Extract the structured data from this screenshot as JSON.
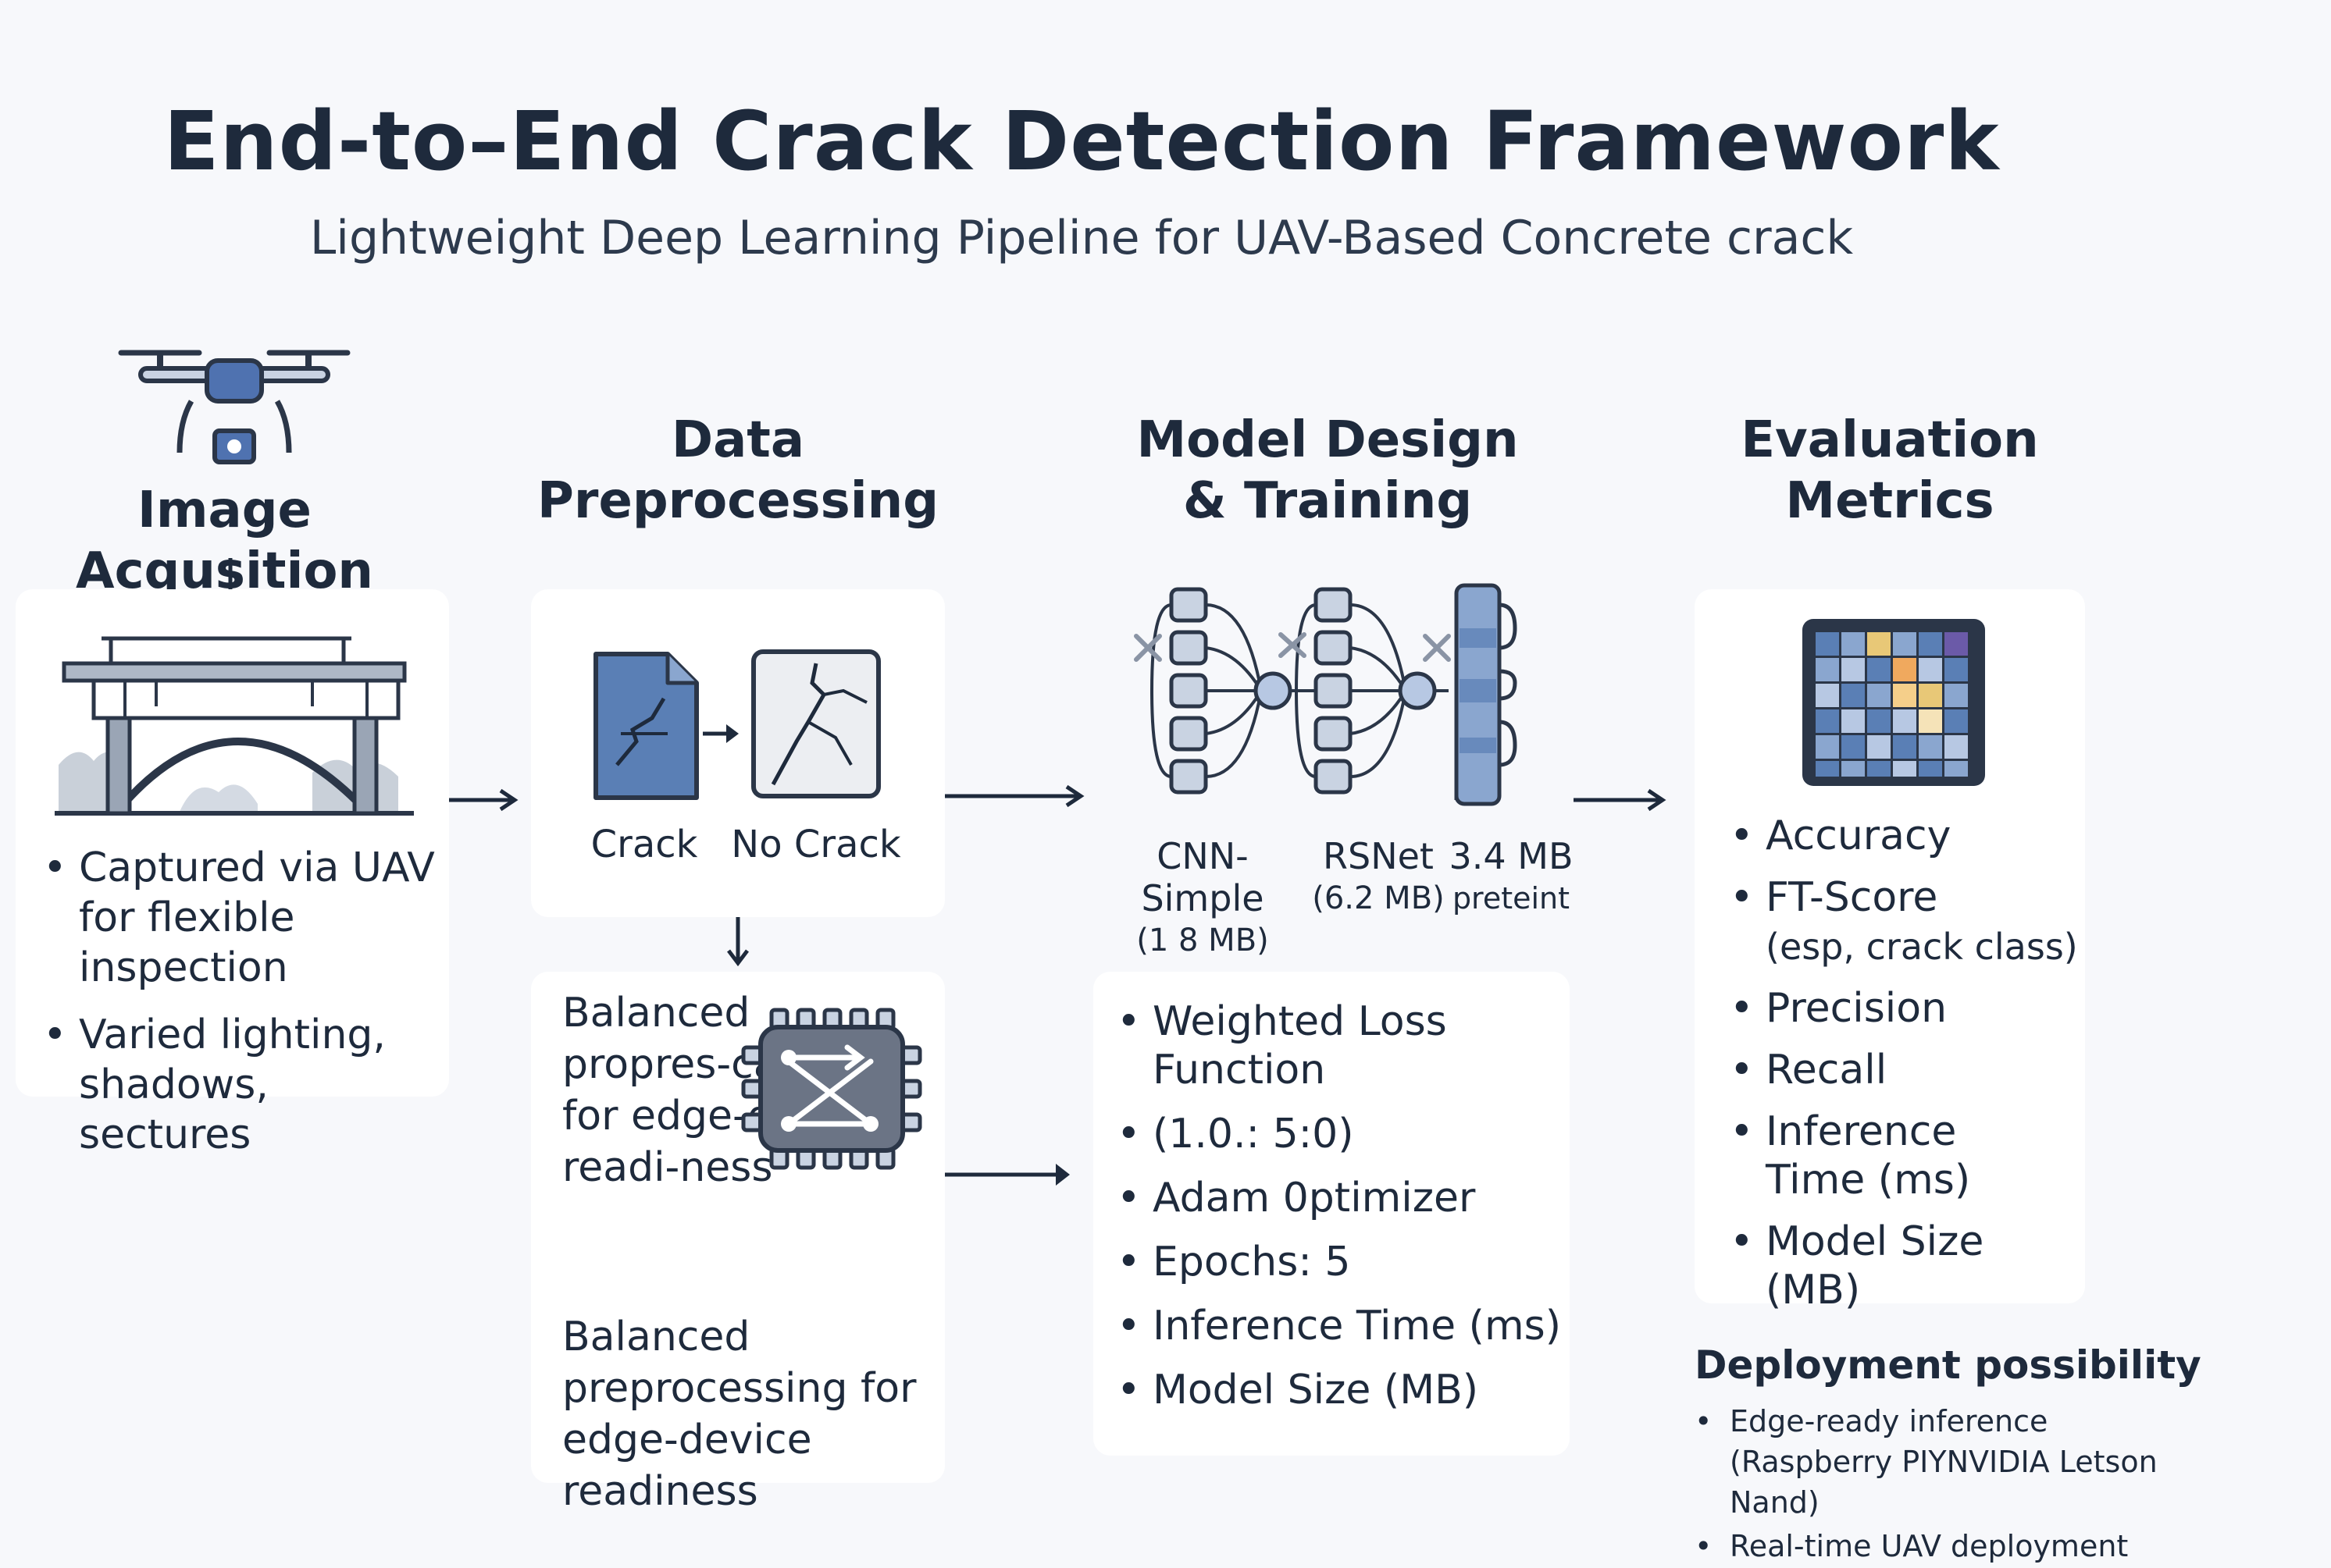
{
  "header": {
    "title": "End-to–End Crack Detection Framework",
    "subtitle": "Lightweight Deep Learning Pipeline for UAV-Based Concrete crack"
  },
  "stages": {
    "acquisition": {
      "heading": "Image Acqusition",
      "bullets": [
        "Captured via UAV for flexible inspection",
        "Varied lighting, shadows, sectures"
      ]
    },
    "preprocessing": {
      "heading_l1": "Data",
      "heading_l2": "Preprocessing",
      "label_crack": "Crack",
      "label_nocrack": "No Crack",
      "note_1": "Balanced propres-cassing for edge-device readi-ness",
      "note_2": "Balanced preprocessing for edge-device readiness"
    },
    "model": {
      "heading_l1": "Model Design",
      "heading_l2": "& Training",
      "models": [
        {
          "name": "CNN-Simple",
          "size": "(1 8 MB)"
        },
        {
          "name": "RSNet",
          "size": "(6.2 MB)"
        },
        {
          "name": "3.4 MB",
          "size": "preteint"
        }
      ],
      "bullets": [
        "Weighted Loss Function",
        "(1.0.: 5:0)",
        "Adam 0ptimizer",
        "Epochs: 5",
        "Inference Time (ms)",
        "Model Size (MB)"
      ]
    },
    "evaluation": {
      "heading_l1": "Evaluation",
      "heading_l2": "Metrics",
      "bullets": [
        "Accuracy",
        "FT-Score",
        "Precision",
        "Recall",
        "Inference Time (ms)",
        "Model Size (MB)"
      ],
      "f1_note": "(esp, crack class)"
    }
  },
  "deployment": {
    "heading": "Deployment possibility",
    "bullets": [
      "Edge-ready inference (Raspberry PIYNVIDIA Letson Nand)",
      "Real-time UAV deployment"
    ]
  },
  "colors": {
    "accent_blue": "#5a7fb5",
    "dark_navy": "#1e2a3c",
    "icon_grey": "#6b7485"
  }
}
